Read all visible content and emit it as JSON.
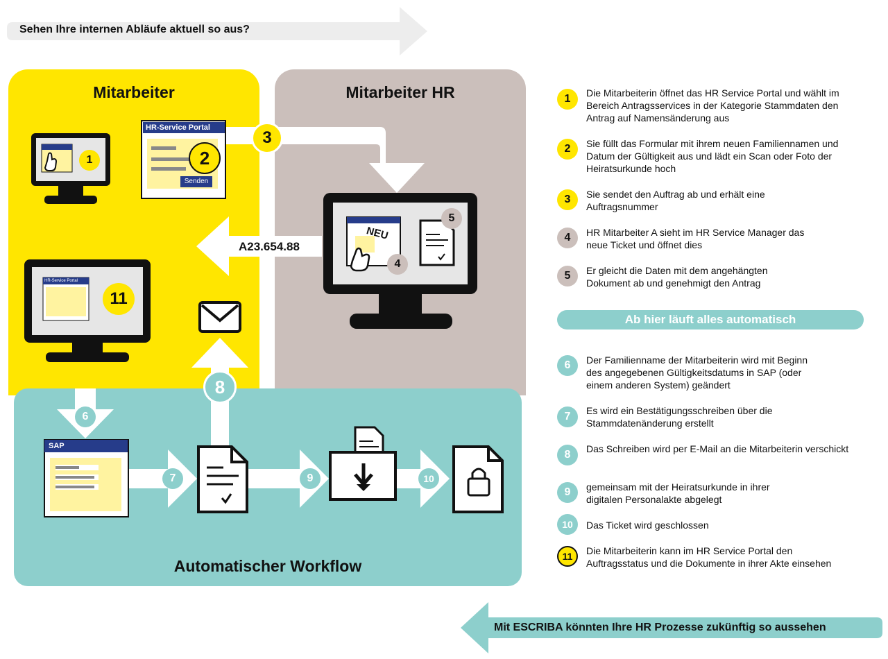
{
  "top_banner": "Sehen Ihre internen Abläufe aktuell so aus?",
  "bottom_banner": "Mit ESCRIBA könnten Ihre HR Prozesse zukünftig so aussehen",
  "panels": {
    "employee": "Mitarbeiter",
    "hr": "Mitarbeiter HR",
    "workflow": "Automatischer Workflow"
  },
  "diagram": {
    "portal_title": "HR-Service Portal",
    "portal_small_title": "HR-Service Portal",
    "send_button": "Senden",
    "sap_label": "SAP",
    "new_label": "NEU",
    "ticket_number": "A23.654.88",
    "badges": [
      "1",
      "2",
      "3",
      "4",
      "5",
      "6",
      "7",
      "8",
      "9",
      "10",
      "11"
    ]
  },
  "automation_bar": "Ab hier läuft alles automatisch",
  "steps": [
    {
      "num": "1",
      "text": "Die Mitarbeiterin öffnet das HR Service Portal und wählt im Bereich Antragsservices in der Kategorie Stammdaten den Antrag auf Namensänderung aus"
    },
    {
      "num": "2",
      "text": "Sie füllt das Formular mit ihrem neuen Familiennamen und Datum der Gültigkeit aus und lädt ein Scan oder Foto der Heiratsurkunde hoch"
    },
    {
      "num": "3",
      "text": "Sie sendet den Auftrag ab und erhält eine Auftragsnummer"
    },
    {
      "num": "4",
      "text": "HR Mitarbeiter A sieht im HR Service Manager das neue Ticket und öffnet dies"
    },
    {
      "num": "5",
      "text": "Er gleicht die Daten mit dem angehängten Dokument ab und genehmigt den Antrag"
    },
    {
      "num": "6",
      "text": "Der Familienname der Mitarbeiterin wird mit Beginn des angegebenen Gültigkeitsdatums in SAP (oder einem anderen System) geändert"
    },
    {
      "num": "7",
      "text": "Es wird ein Bestätigungsschreiben über die Stammdatenänderung erstellt"
    },
    {
      "num": "8",
      "text": "Das Schreiben wird per E-Mail an die Mitarbeiterin verschickt"
    },
    {
      "num": "9",
      "text": "gemeinsam mit der Heiratsurkunde in ihrer digitalen Personalakte abgelegt"
    },
    {
      "num": "10",
      "text": "Das Ticket wird geschlossen"
    },
    {
      "num": "11",
      "text": "Die Mitarbeiterin kann im HR Service Portal den Auftragsstatus und die Dokumente in ihrer Akte einsehen"
    }
  ],
  "colors": {
    "yellow": "#ffe600",
    "grey": "#cbbfbb",
    "teal": "#8dcfcc",
    "navy": "#263c8a",
    "banner": "#ededed"
  }
}
